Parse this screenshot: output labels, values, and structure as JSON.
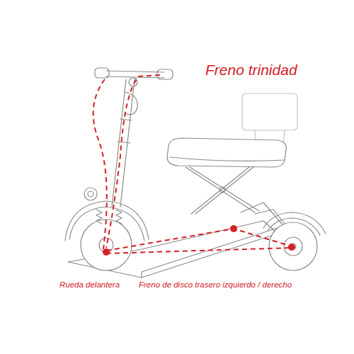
{
  "diagram": {
    "title": "Freno trinidad",
    "labels": [
      "Rueda delantera",
      "Freno de disco trasero izquierdo / derecho"
    ]
  }
}
